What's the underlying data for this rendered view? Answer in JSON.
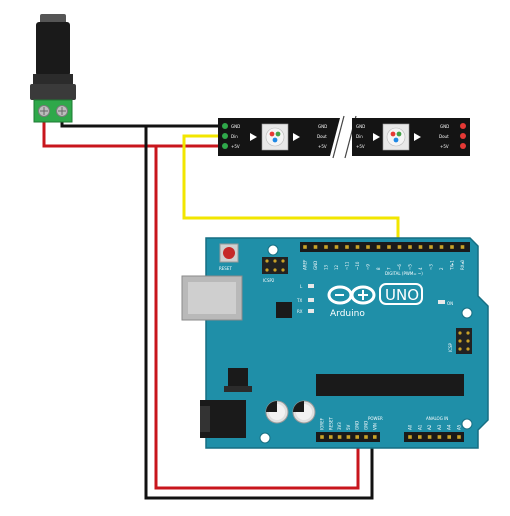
{
  "colors": {
    "wire_gnd": "#111111",
    "wire_5v": "#c8161d",
    "wire_data": "#f2e600",
    "board": "#1f8fa8",
    "board_dark": "#176f83",
    "strip": "#141414",
    "terminal": "#2fa84a"
  },
  "strip_left": {
    "pins": [
      "GND",
      "Din",
      "+5V"
    ],
    "right_labels": [
      "GND",
      "Dout",
      "+5V"
    ]
  },
  "strip_right": {
    "pins": [
      "GND",
      "Din",
      "+5V"
    ],
    "right_labels": [
      "GND",
      "Dout",
      "+5V"
    ]
  },
  "board": {
    "reset_label": "RESET",
    "icsp2_label": "ICSP2",
    "icsp_label": "ICSP",
    "l_label": "L",
    "tx_label": "TX",
    "rx_label": "RX",
    "on_label": "ON",
    "brand": "Arduino",
    "model": "UNO",
    "digital_label": "DIGITAL (PWM= ~)",
    "power_label": "POWER",
    "analog_label": "ANALOG IN",
    "top_header": [
      "AREF",
      "GND",
      "13",
      "12",
      "~11",
      "~10",
      "~9",
      "8",
      "7",
      "~6",
      "~5",
      "4",
      "~3",
      "2",
      "TX▸1",
      "RX◂0"
    ],
    "power_pins": [
      "IOREF",
      "RESET",
      "3V3",
      "5V",
      "GND",
      "GND",
      "VIN"
    ],
    "analog_pins": [
      "A0",
      "A1",
      "A2",
      "A3",
      "A4",
      "A5"
    ]
  }
}
